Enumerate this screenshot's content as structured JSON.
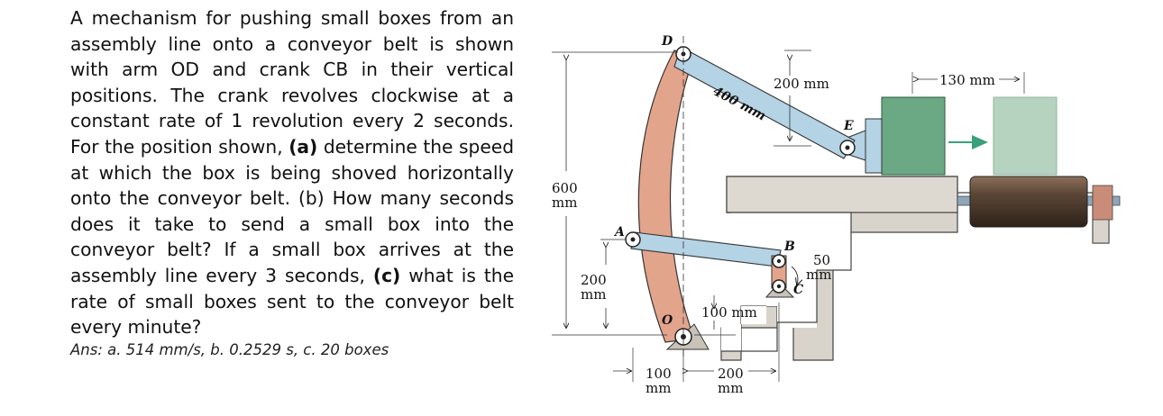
{
  "problem": {
    "text_line_1": "A mechanism for pushing small boxes from an assembly line onto a conveyor belt is shown with arm OD and crank CB in their vertical positions. The crank revolves clockwise at a constant rate of 1 revolution every 2 seconds. For the position shown,",
    "part_a_label": "(a)",
    "text_line_2": "determine the speed at which the box is being shoved horizontally onto the conveyor belt. (b) How many seconds does it take to send a small box into the conveyor belt? If a small box arrives at the assembly line every 3 seconds,",
    "part_c_label": "(c)",
    "text_line_3": "what is the rate of small boxes sent to the conveyor belt every minute?",
    "answer": "Ans: a. 514 mm/s, b. 0.2529 s, c. 20 boxes"
  },
  "figure": {
    "point_labels": {
      "D": "D",
      "A": "A",
      "O": "O",
      "B": "B",
      "C": "C",
      "E": "E"
    },
    "dim_600": {
      "value": "600",
      "unit": "mm"
    },
    "dim_200_left": {
      "value": "200",
      "unit": "mm"
    },
    "dim_100_bottom": {
      "value": "100",
      "unit": "mm"
    },
    "dim_200_bottom": {
      "value": "200",
      "unit": "mm"
    },
    "dim_400_arm": "400 mm",
    "dim_200_top": "200 mm",
    "dim_130": "130 mm",
    "dim_100_step": "100 mm",
    "dim_50_crank": {
      "value": "50",
      "unit": "mm"
    },
    "colors": {
      "arm": "#e3a48c",
      "link": "#b4d3e4",
      "box_current": "#6aa984",
      "box_moved": "#b5d3bf",
      "ground": "#d8d4cc",
      "roller": "#5a4636",
      "arrow": "#3aa07a"
    }
  }
}
